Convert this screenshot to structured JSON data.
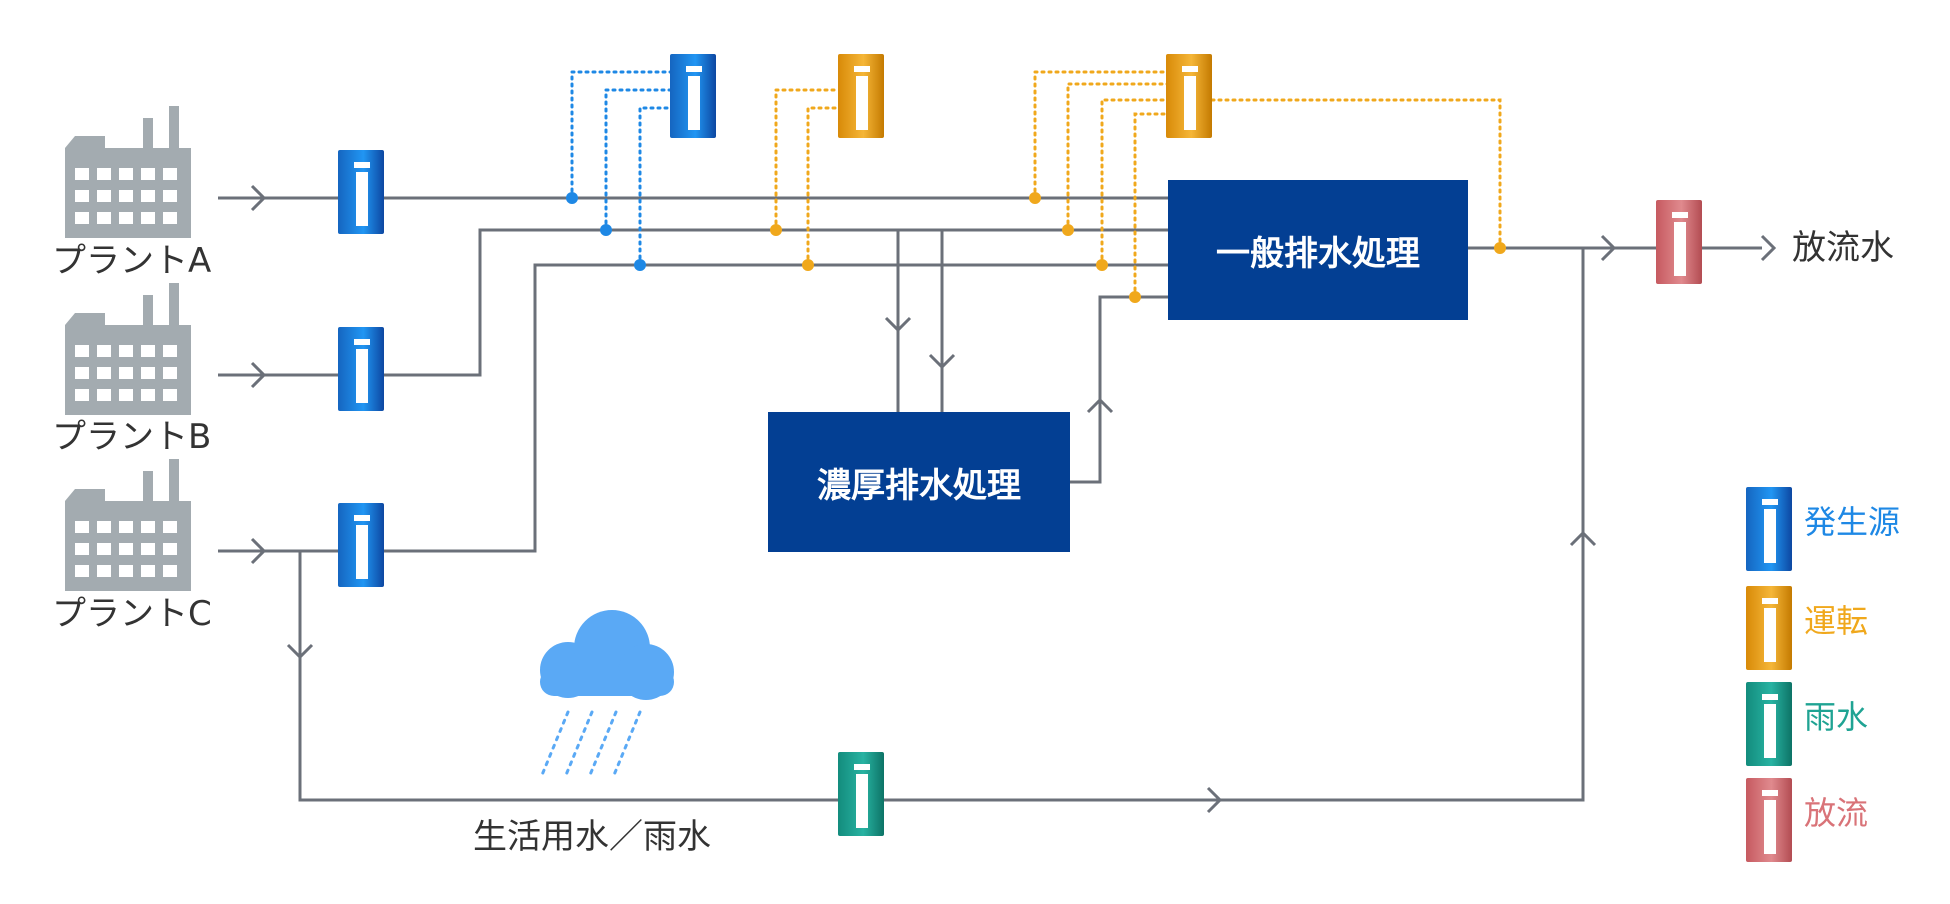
{
  "plants": [
    {
      "label": "プラントA"
    },
    {
      "label": "プラントB"
    },
    {
      "label": "プラントC"
    }
  ],
  "process": {
    "concentrated": "濃厚排水処理",
    "general": "一般排水処理"
  },
  "labels": {
    "discharge_water": "放流水",
    "domestic_rain": "生活用水／雨水"
  },
  "legend": [
    {
      "label": "発生源",
      "color": "#1e88e5"
    },
    {
      "label": "運転",
      "color": "#f0a81c"
    },
    {
      "label": "雨水",
      "color": "#1fa393"
    },
    {
      "label": "放流",
      "color": "#d97378"
    }
  ],
  "icons": {
    "factory": "factory-icon",
    "sensor": "sensor-icon",
    "rain": "rain-cloud-icon"
  },
  "colors": {
    "pipe": "#6b7079",
    "box": "#033f93",
    "factory": "#a3abb0"
  }
}
